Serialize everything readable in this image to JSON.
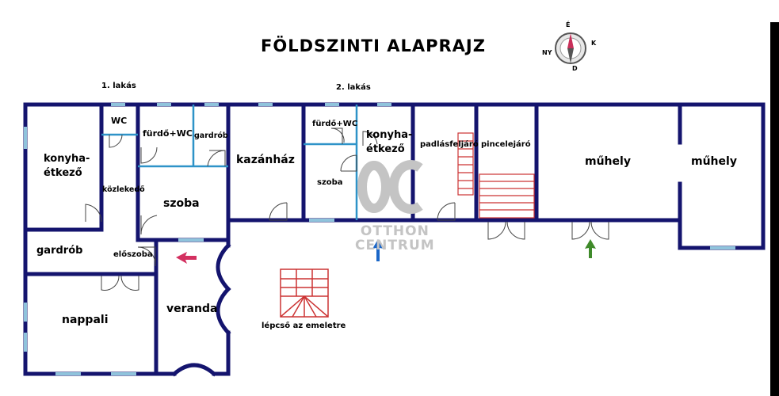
{
  "title": "FÖLDSZINTI ALAPRAJZ",
  "compass": {
    "n": "É",
    "e": "K",
    "s": "D",
    "w": "NY"
  },
  "apartments": {
    "first": "1. lakás",
    "second": "2. lakás"
  },
  "rooms": {
    "konyha1_a": "konyha-",
    "konyha1_b": "étkező",
    "wc": "WC",
    "furdo_wc1": "fürdő+WC",
    "gardrob_small": "gardrób",
    "kozlekedo": "közlekedő",
    "szoba1": "szoba",
    "gardrob": "gardrób",
    "eloszoba": "előszoba",
    "nappali": "nappali",
    "veranda": "veranda",
    "kazanhaz": "kazánház",
    "furdo_wc2": "fürdő+WC",
    "szoba2": "szoba",
    "konyha2_a": "konyha-",
    "konyha2_b": "étkező",
    "padlasfeljaro": "padlásfeljáró",
    "pincelejaro": "pincelejáró",
    "muhely1": "műhely",
    "muhely2": "műhely",
    "lepcso": "lépcső az emeletre"
  },
  "watermark": {
    "logo": "OC",
    "line1": "OTTHON",
    "line2": "CENTRUM"
  },
  "colors": {
    "wall": "#14146e",
    "window": "#8fc3dc",
    "partition": "#2e93c8",
    "stair": "#cc3333",
    "arrow_red": "#d33060",
    "arrow_blue": "#1a66c8",
    "arrow_green": "#3f8a2a"
  }
}
